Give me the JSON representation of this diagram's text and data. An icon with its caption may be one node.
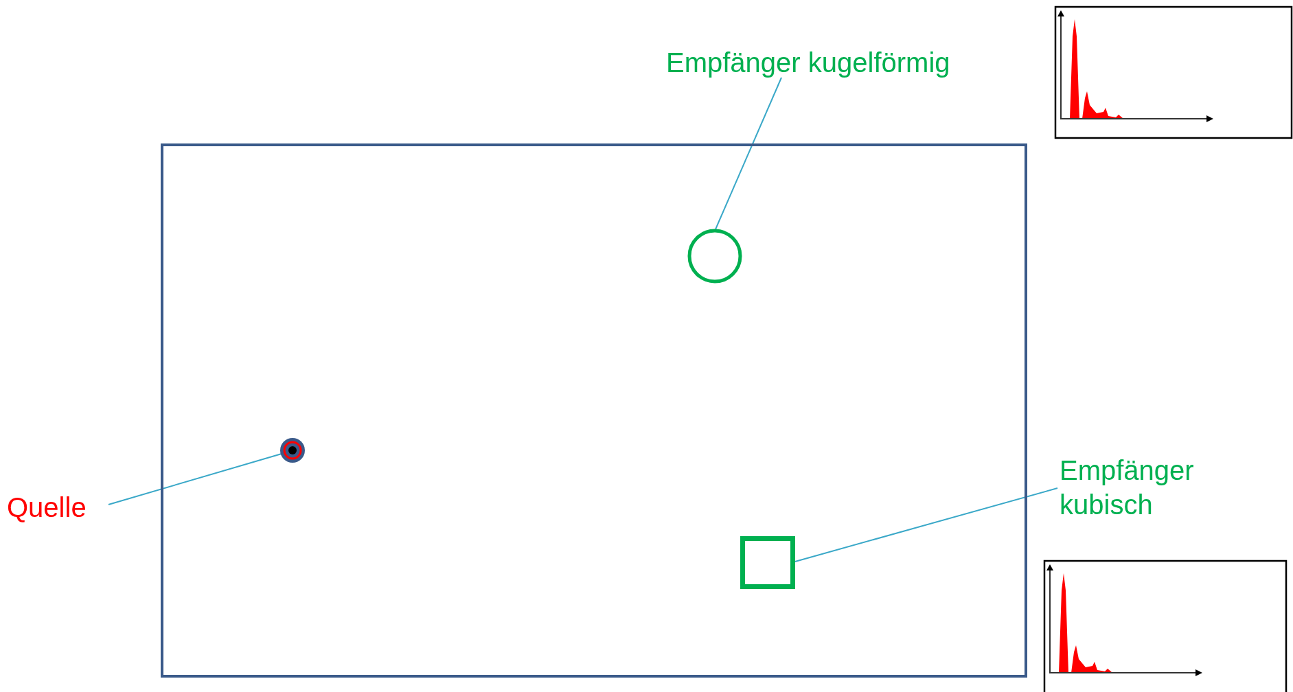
{
  "diagram": {
    "nodes": [
      {
        "text": [],
        "shape": "box"
      },
      {
        "text": [
          "Quelle"
        ]
      },
      {
        "text": [],
        "shape": "circle",
        "in": 0
      },
      {
        "text": [
          "Empfänger kugelförmig"
        ]
      },
      {
        "text": [],
        "shape": "circle",
        "in": 0
      },
      {
        "text": [
          "Empfänger kubisch"
        ]
      },
      {
        "text": [],
        "shape": "box",
        "in": 0
      }
    ],
    "edges": [
      {
        "from": 1,
        "to": 2,
        "arrow": "none"
      },
      {
        "from": 3,
        "to": 4,
        "arrow": "none"
      },
      {
        "from": 5,
        "to": 6,
        "arrow": "none"
      }
    ]
  }
}
